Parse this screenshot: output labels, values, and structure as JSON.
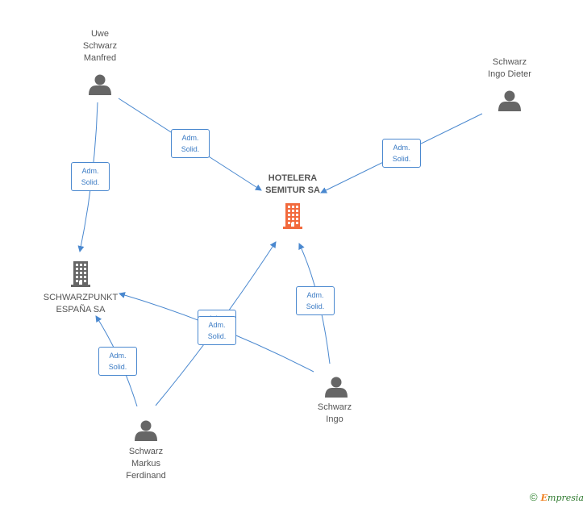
{
  "nodes": {
    "hotelera": {
      "name": "HOTELERA\nSEMITUR SA",
      "type": "company-main",
      "color": "#f26a3d"
    },
    "schwarzpunkt": {
      "name": "SCHWARZPUNKT\nESPAÑA SA",
      "type": "company",
      "color": "#666666"
    },
    "uwe": {
      "name": "Uwe\nSchwarz\nManfred",
      "type": "person"
    },
    "ingo_dieter": {
      "name": "Schwarz\nIngo Dieter",
      "type": "person"
    },
    "ingo": {
      "name": "Schwarz\nIngo",
      "type": "person"
    },
    "markus": {
      "name": "Schwarz\nMarkus\nFerdinand",
      "type": "person"
    }
  },
  "edges": [
    {
      "from": "uwe",
      "to": "hotelera",
      "label": [
        "Adm.",
        "Solid."
      ]
    },
    {
      "from": "uwe",
      "to": "schwarzpunkt",
      "label": [
        "Adm.",
        "Solid."
      ]
    },
    {
      "from": "ingo_dieter",
      "to": "hotelera",
      "label": [
        "Adm.",
        "Solid."
      ]
    },
    {
      "from": "ingo",
      "to": "hotelera",
      "label": [
        "Adm.",
        "Solid."
      ]
    },
    {
      "from": "ingo",
      "to": "schwarzpunkt",
      "label": [
        "Adm.",
        "Solid."
      ]
    },
    {
      "from": "markus",
      "to": "hotelera",
      "label": [
        "Adm.",
        "Solid."
      ]
    },
    {
      "from": "markus",
      "to": "schwarzpunkt",
      "label": [
        "Adm.",
        "Solid."
      ]
    }
  ],
  "colors": {
    "edge": "#4a88cf",
    "person_icon": "#666666"
  },
  "footer": {
    "copyright": "©",
    "brand_first": "E",
    "brand_rest": "mpresia"
  }
}
